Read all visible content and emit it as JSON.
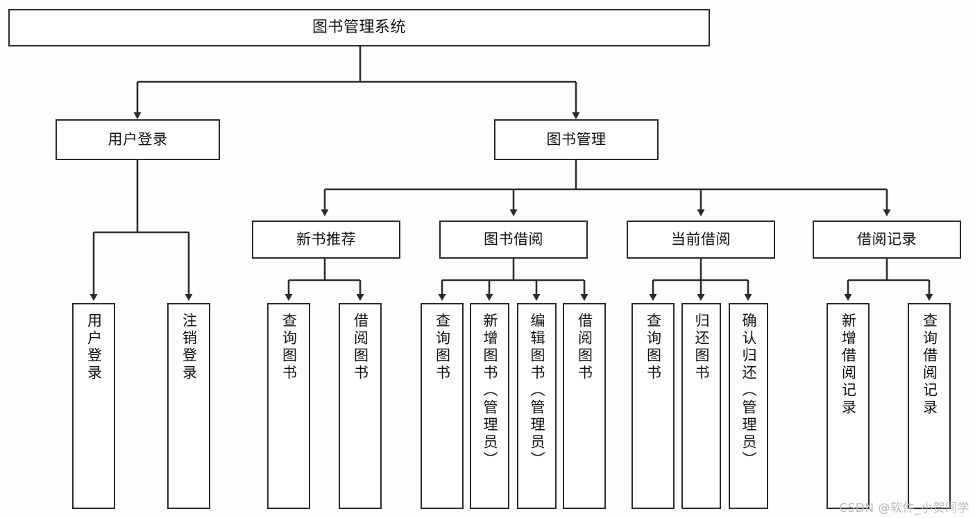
{
  "diagram": {
    "title": "图书管理系统",
    "type": "tree-hierarchy-chart",
    "colors": {
      "background": "#fefefe",
      "box_fill": "#ffffff",
      "box_border": "#2b2b2b",
      "connector": "#2b2b2b",
      "text": "#111111",
      "watermark": "#b8b8b8"
    }
  },
  "root": {
    "label": "图书管理系统"
  },
  "level2": [
    {
      "label": "用户登录"
    },
    {
      "label": "图书管理"
    }
  ],
  "level3": [
    {
      "label": "新书推荐"
    },
    {
      "label": "图书借阅"
    },
    {
      "label": "当前借阅"
    },
    {
      "label": "借阅记录"
    }
  ],
  "leaves": {
    "user_login": [
      {
        "label": "用户登录"
      },
      {
        "label": "注销登录"
      }
    ],
    "new_book_recommend": [
      {
        "label": "查询图书"
      },
      {
        "label": "借阅图书"
      }
    ],
    "book_borrow": [
      {
        "label": "查询图书"
      },
      {
        "label": "新增图书（管理员）"
      },
      {
        "label": "编辑图书（管理员）"
      },
      {
        "label": "借阅图书"
      }
    ],
    "current_borrow": [
      {
        "label": "查询图书"
      },
      {
        "label": "归还图书"
      },
      {
        "label": "确认归还（管理员）"
      }
    ],
    "borrow_record": [
      {
        "label": "新增借阅记录"
      },
      {
        "label": "查询借阅记录"
      }
    ]
  },
  "watermark": {
    "text": "CSDN @软件_小贺同学"
  }
}
